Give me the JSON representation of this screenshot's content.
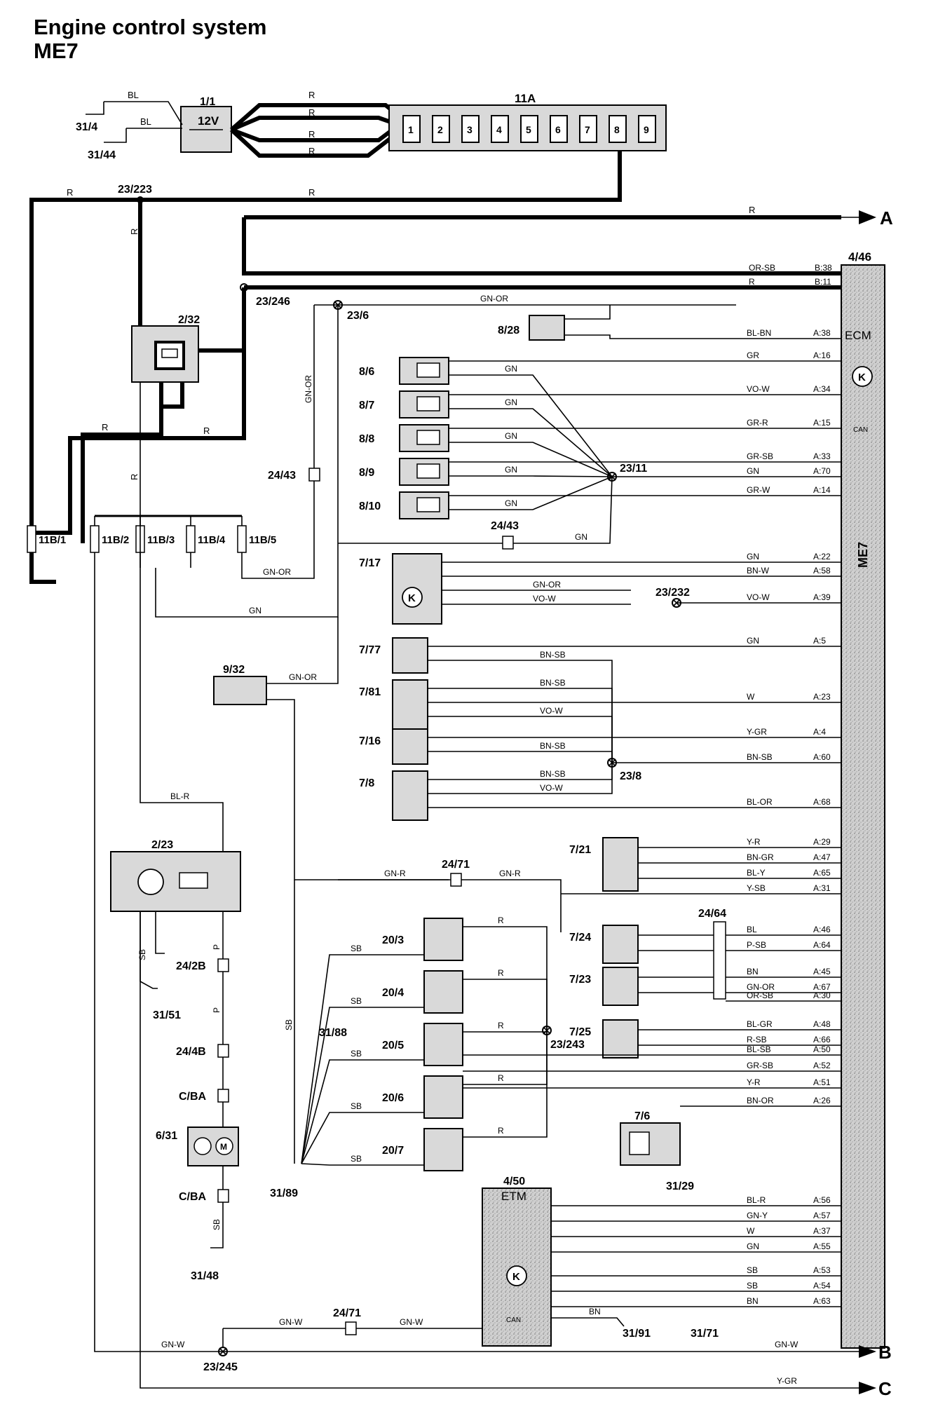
{
  "title": {
    "line1": "Engine control system",
    "line2": "ME7"
  },
  "colors": {
    "line": "#000000",
    "component_fill": "#d9d9d9",
    "ecm_fill": "#cfcfcf"
  },
  "outputs": {
    "a": "A",
    "b": "B",
    "c": "C"
  },
  "top": {
    "battery": {
      "id": "1/1",
      "voltage": "12V"
    },
    "fuse_box": {
      "id": "11A",
      "fuses": [
        "1",
        "2",
        "3",
        "4",
        "5",
        "6",
        "7",
        "8",
        "9"
      ]
    },
    "grounds": [
      "31/4",
      "31/44"
    ],
    "splices": [
      "23/223",
      "23/246",
      "23/6"
    ],
    "relay": "2/32",
    "ecm": {
      "id": "4/46",
      "label": "ECM",
      "name": "ME7",
      "can": "CAN"
    }
  },
  "fuses_11b": [
    "11B/1",
    "11B/2",
    "11B/3",
    "11B/4",
    "11B/5"
  ],
  "wire_labels": {
    "bl": "BL",
    "r": "R",
    "gn_or": "GN-OR",
    "gn": "GN",
    "or_sb": "OR-SB",
    "bl_bn": "BL-BN",
    "gr": "GR",
    "vo_w": "VO-W",
    "gr_r": "GR-R",
    "gr_sb": "GR-SB",
    "gr_w": "GR-W",
    "bn_w": "BN-W",
    "bn_sb": "BN-SB",
    "w": "W",
    "y_gr": "Y-GR",
    "bl_or": "BL-OR",
    "y_r": "Y-R",
    "bn_gr": "BN-GR",
    "bl_y": "BL-Y",
    "y_sb": "Y-SB",
    "p_sb": "P-SB",
    "bn": "BN",
    "bl_gr": "BL-GR",
    "r_sb": "R-SB",
    "bl_sb": "BL-SB",
    "bn_or": "BN-OR",
    "bl_r": "BL-R",
    "gn_y": "GN-Y",
    "sb": "SB",
    "gn_r": "GN-R",
    "gn_w": "GN-W",
    "p": "P"
  },
  "pins": {
    "b38": "B:38",
    "b11": "B:11",
    "a38": "A:38",
    "a16": "A:16",
    "a34": "A:34",
    "a15": "A:15",
    "a33": "A:33",
    "a70": "A:70",
    "a14": "A:14",
    "a22": "A:22",
    "a58": "A:58",
    "a39": "A:39",
    "a5": "A:5",
    "a23": "A:23",
    "a4": "A:4",
    "a60": "A:60",
    "a68": "A:68",
    "a29": "A:29",
    "a47": "A:47",
    "a65": "A:65",
    "a31": "A:31",
    "a46": "A:46",
    "a64": "A:64",
    "a45": "A:45",
    "a67": "A:67",
    "a30": "A:30",
    "a48": "A:48",
    "a66": "A:66",
    "a50": "A:50",
    "a52": "A:52",
    "a51": "A:51",
    "a26": "A:26",
    "a56": "A:56",
    "a57": "A:57",
    "a37": "A:37",
    "a55": "A:55",
    "a53": "A:53",
    "a54": "A:54",
    "a63": "A:63"
  },
  "components": {
    "c828": "8/28",
    "c86": "8/6",
    "c87": "8/7",
    "c88": "8/8",
    "c89": "8/9",
    "c810": "8/10",
    "c2411": "23/11",
    "c2443a": "24/43",
    "c2443b": "24/43",
    "c717": "7/17",
    "c23232": "23/232",
    "c777": "7/77",
    "c932": "9/32",
    "c781": "7/81",
    "c716": "7/16",
    "c238": "23/8",
    "c78": "7/8",
    "c223": "2/23",
    "c721": "7/21",
    "c2471a": "24/71",
    "c2471b": "24/71",
    "c203": "20/3",
    "c204": "20/4",
    "c205": "20/5",
    "c206": "20/6",
    "c207": "20/7",
    "c23243": "23/243",
    "c724": "7/24",
    "c723": "7/23",
    "c725": "7/25",
    "c2464": "24/64",
    "c76": "7/6",
    "c450": "4/50",
    "c24245": "23/245",
    "c242b": "24/2B",
    "c244b": "24/4B",
    "cba1": "C/BA",
    "cba2": "C/BA",
    "c631": "6/31"
  },
  "grounds_lower": [
    "31/51",
    "31/88",
    "31/48",
    "31/89",
    "31/29",
    "31/91",
    "31/71"
  ],
  "etm": {
    "label": "ETM",
    "can": "CAN"
  }
}
